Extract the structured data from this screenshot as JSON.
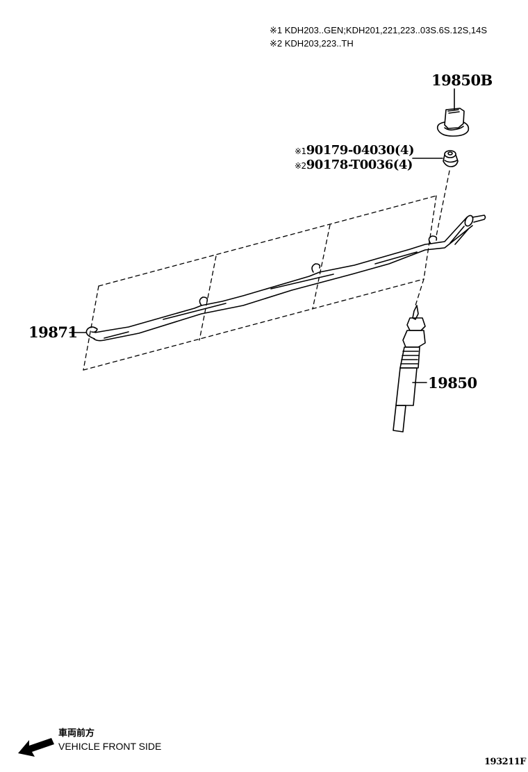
{
  "notes": [
    {
      "mark": "※1",
      "text": "KDH203..GEN;KDH201,221,223..03S.6S.12S,14S"
    },
    {
      "mark": "※2",
      "text": "KDH203,223..TH"
    }
  ],
  "parts": {
    "glow_plug_connector": {
      "number": "19850B"
    },
    "nut": [
      {
        "mark": "※1",
        "number": "90179-04030(4)"
      },
      {
        "mark": "※2",
        "number": "90178-T0036(4)"
      }
    ],
    "glow_plug_connector_bar": {
      "number": "19871"
    },
    "glow_plug": {
      "number": "19850"
    }
  },
  "orientation": {
    "label_jp": "車両前方",
    "label_en": "VEHICLE FRONT SIDE",
    "icon": "arrow-down-left-icon"
  },
  "illustration_id": "193211F"
}
